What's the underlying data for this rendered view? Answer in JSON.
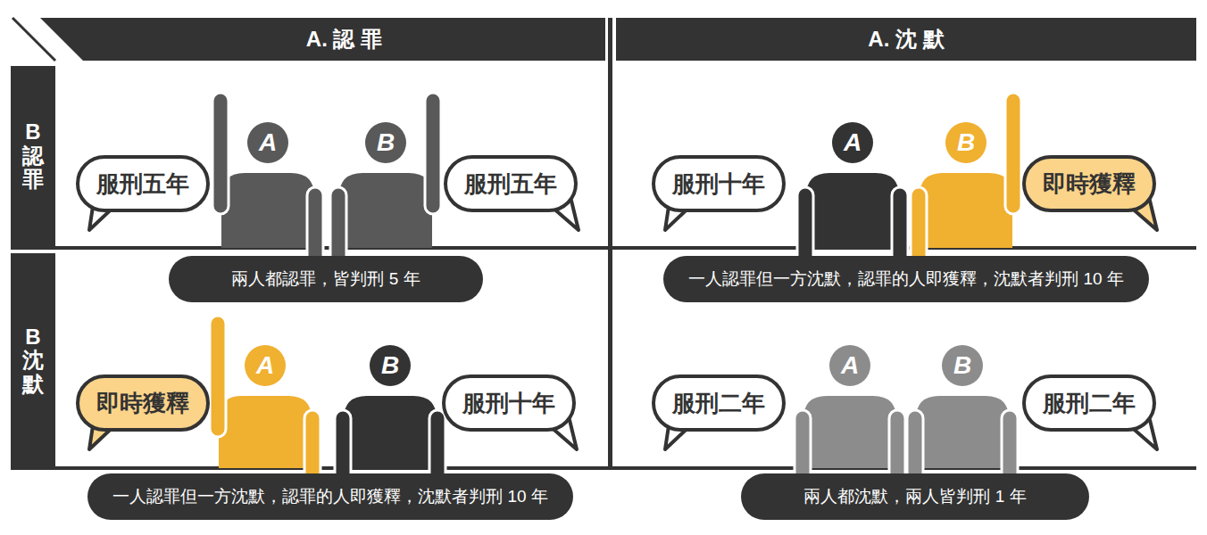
{
  "diagram": {
    "nodes": [
      {
        "text": [
          "A. 認 罪"
        ]
      },
      {
        "text": [
          "A. 沈 默"
        ]
      },
      {
        "text": [
          "B認罪"
        ]
      },
      {
        "text": [
          "服刑五年"
        ]
      },
      {
        "text": [
          "A"
        ]
      },
      {
        "text": [
          "B"
        ]
      },
      {
        "text": [
          "服刑五年"
        ]
      },
      {
        "text": [
          "兩人都認罪，皆判刑 5 年"
        ]
      },
      {
        "text": [
          "服刑十年"
        ]
      },
      {
        "text": [
          "A"
        ]
      },
      {
        "text": [
          "B"
        ]
      },
      {
        "text": [
          "即時獲釋"
        ]
      },
      {
        "text": [
          "一人認罪但一方沈默，認罪的人即獲釋，沈默者判刑 10 年"
        ]
      },
      {
        "text": [
          "B沈默"
        ]
      },
      {
        "text": [
          "即時獲釋"
        ]
      },
      {
        "text": [
          "A"
        ]
      },
      {
        "text": [
          "B"
        ]
      },
      {
        "text": [
          "服刑十年"
        ]
      },
      {
        "text": [
          "一人認罪但一方沈默，認罪的人即獲釋，沈默者判刑 10 年"
        ]
      },
      {
        "text": [
          "服刑二年"
        ]
      },
      {
        "text": [
          "A"
        ]
      },
      {
        "text": [
          "B"
        ]
      },
      {
        "text": [
          "服刑二年"
        ]
      },
      {
        "text": [
          "兩人都沈默，兩人皆判刑 1 年"
        ]
      }
    ]
  }
}
